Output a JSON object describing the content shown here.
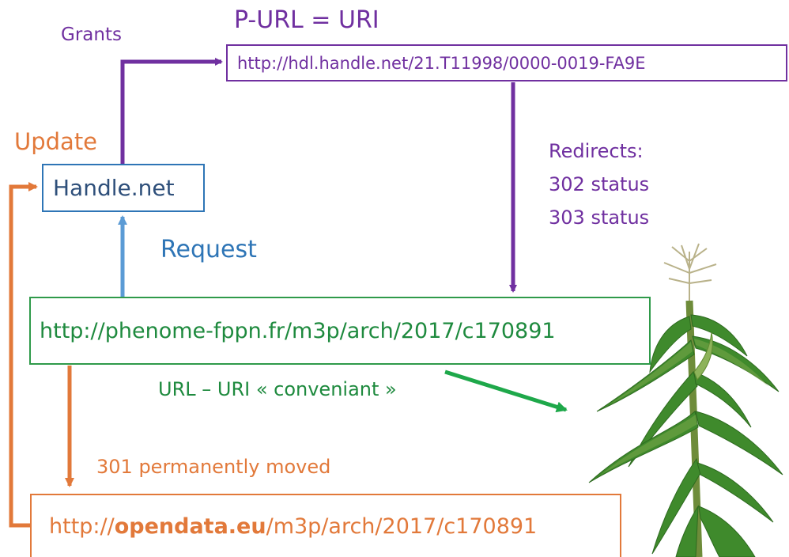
{
  "labels": {
    "grants": "Grants",
    "purl_title": "P-URL = URI",
    "update": "Update",
    "request": "Request",
    "redirects_line1": "Redirects:",
    "redirects_line2": "302 status",
    "redirects_line3": "303 status",
    "url_uri_convenient": "URL – URI « conveniant »",
    "permanently_moved": "301 permanently moved"
  },
  "boxes": {
    "handle_text": "Handle.net",
    "purl_url": "http://hdl.handle.net/21.T11998/0000-0019-FA9E",
    "phenome_url": "http://phenome-fppn.fr/m3p/arch/2017/c170891",
    "opendata_prefix": "http://",
    "opendata_bold": "opendata.eu",
    "opendata_suffix": "/m3p/arch/2017/c170891"
  },
  "colors": {
    "purple": "#7030a0",
    "orange": "#e2793a",
    "blue": "#2e75b6",
    "green": "#1e8a3e",
    "plant_green": "#3f8a2c"
  },
  "illustration": "maize-plant"
}
